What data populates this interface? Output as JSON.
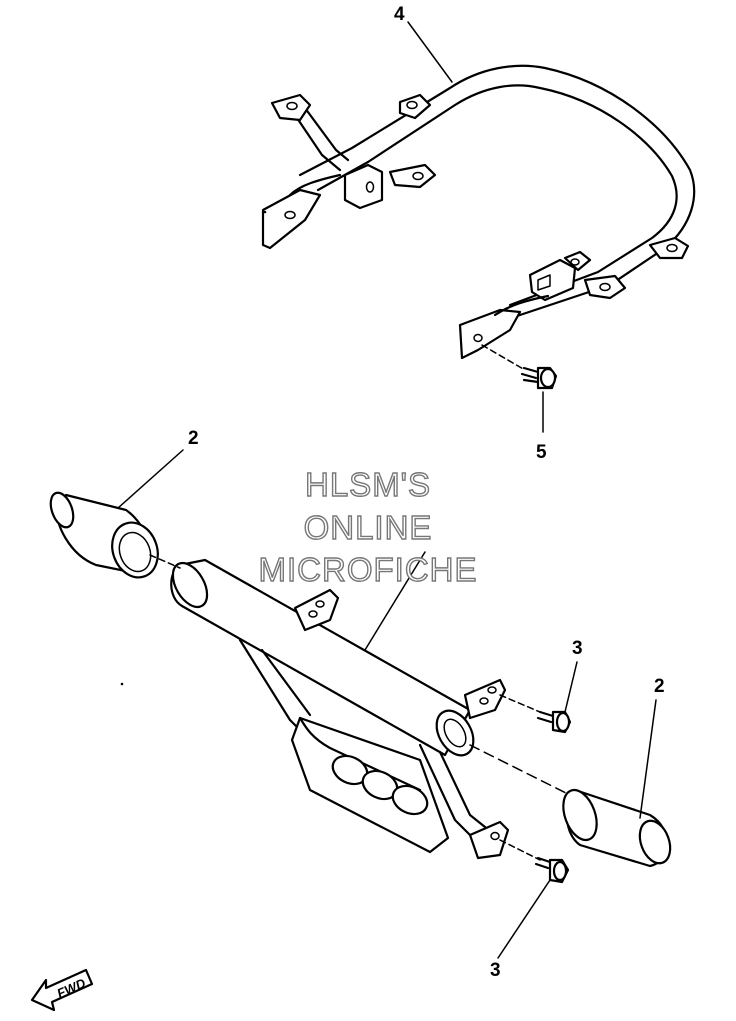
{
  "callouts": {
    "part_4": "4",
    "part_5": "5",
    "part_2_left": "2",
    "part_2_right": "2",
    "part_3_upper": "3",
    "part_3_lower": "3"
  },
  "watermark": {
    "line1": "HLSM'S",
    "line2": "ONLINE",
    "line3": "MICROFICHE"
  },
  "direction_arrow": {
    "label": "FWD",
    "icon": "fwd-arrow-icon"
  }
}
